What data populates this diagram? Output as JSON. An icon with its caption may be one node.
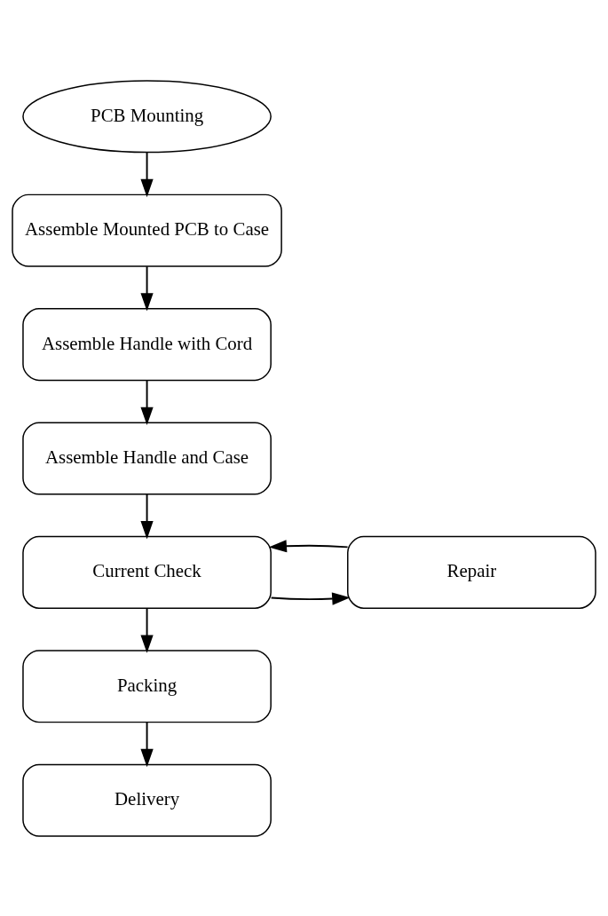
{
  "diagram": {
    "nodes": [
      {
        "text": [
          "PCB Mounting"
        ]
      },
      {
        "text": [
          "Assemble Mounted PCB to Case"
        ]
      },
      {
        "text": [
          "Assemble Handle with Cord"
        ]
      },
      {
        "text": [
          "Assemble Handle and Case"
        ]
      },
      {
        "text": [
          "Current Check"
        ]
      },
      {
        "text": [
          "Repair"
        ]
      },
      {
        "text": [
          "Packing"
        ]
      },
      {
        "text": [
          "Delivery"
        ]
      }
    ],
    "edges": [
      {
        "from": 0,
        "to": 1,
        "arrow": "to"
      },
      {
        "from": 1,
        "to": 2,
        "arrow": "to"
      },
      {
        "from": 2,
        "to": 3,
        "arrow": "to"
      },
      {
        "from": 3,
        "to": 4,
        "arrow": "to"
      },
      {
        "from": 4,
        "to": 5,
        "arrow": "to"
      },
      {
        "from": 5,
        "to": 4,
        "arrow": "to"
      },
      {
        "from": 4,
        "to": 6,
        "arrow": "to"
      },
      {
        "from": 6,
        "to": 7,
        "arrow": "to"
      }
    ]
  }
}
